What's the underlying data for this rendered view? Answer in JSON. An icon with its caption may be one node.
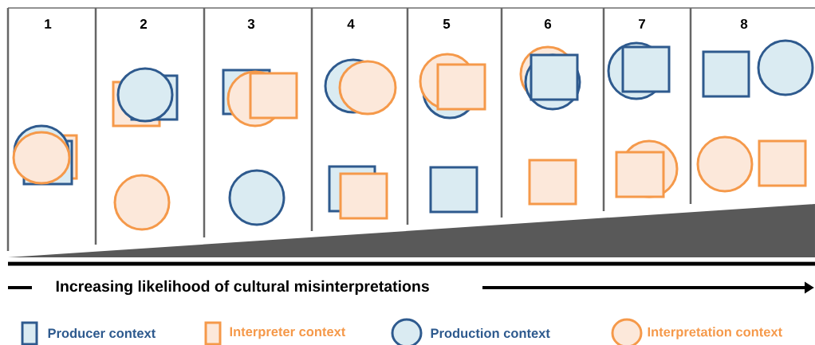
{
  "diagram": {
    "labels": [
      "1",
      "2",
      "3",
      "4",
      "5",
      "6",
      "7",
      "8",
      "Increasing likelihood of cultural misinterpretations"
    ],
    "legend": [
      {
        "text": "Producer context"
      },
      {
        "text": "Interpreter context"
      },
      {
        "text": "Production context"
      },
      {
        "text": "Interpretation context"
      }
    ]
  }
}
